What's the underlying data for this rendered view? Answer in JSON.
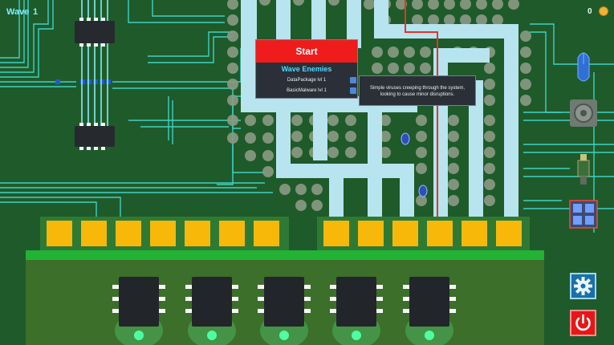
{
  "hud": {
    "wave_label": "Wave",
    "wave_number": "1",
    "coin_count": "0"
  },
  "wave_panel": {
    "start_label": "Start",
    "enemies_title": "Wave Enemies",
    "enemies": [
      {
        "name": "DataPackage lvl 1"
      },
      {
        "name": "BasicMalware lvl 1"
      }
    ]
  },
  "tooltip": {
    "text": "Simple viruses creeping through the system, looking to cause minor disruptions."
  },
  "colors": {
    "board": "#1f5a2a",
    "path": "#b7e4ef",
    "start_button": "#ef1c1c",
    "slot": "#f7b80a",
    "settings_button": "#1b6fa8",
    "power_button": "#e51818"
  },
  "icons": {
    "coin": "coin-icon",
    "settings": "gear-icon",
    "power": "power-icon",
    "tower_1": "mouse-icon",
    "tower_2": "speaker-icon",
    "tower_3": "usb-icon",
    "tower_4": "grid-icon"
  }
}
